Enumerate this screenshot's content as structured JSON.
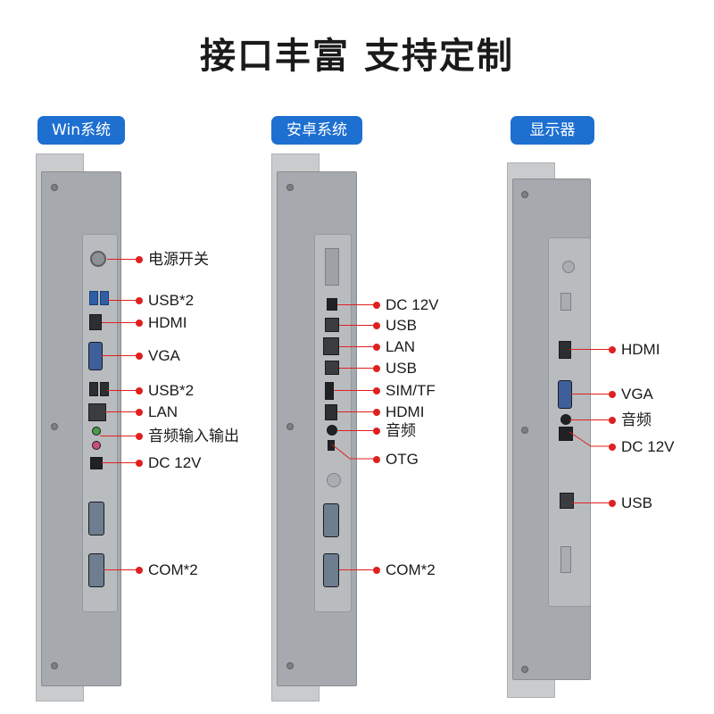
{
  "title": "接口丰富 支持定制",
  "panels": [
    {
      "tag": "Win系统",
      "labels": [
        "电源开关",
        "USB*2",
        "HDMI",
        "VGA",
        "USB*2",
        "LAN",
        "音频输入输出",
        "DC 12V",
        "COM*2"
      ]
    },
    {
      "tag": "安卓系统",
      "labels": [
        "DC 12V",
        "USB",
        "LAN",
        "USB",
        "SIM/TF",
        "HDMI",
        "音频",
        "OTG",
        "COM*2"
      ]
    },
    {
      "tag": "显示器",
      "labels": [
        "HDMI",
        "VGA",
        "音频",
        "DC 12V",
        "USB"
      ]
    }
  ],
  "colors": {
    "accent": "#1d6fd0",
    "pointer": "#e02020"
  }
}
